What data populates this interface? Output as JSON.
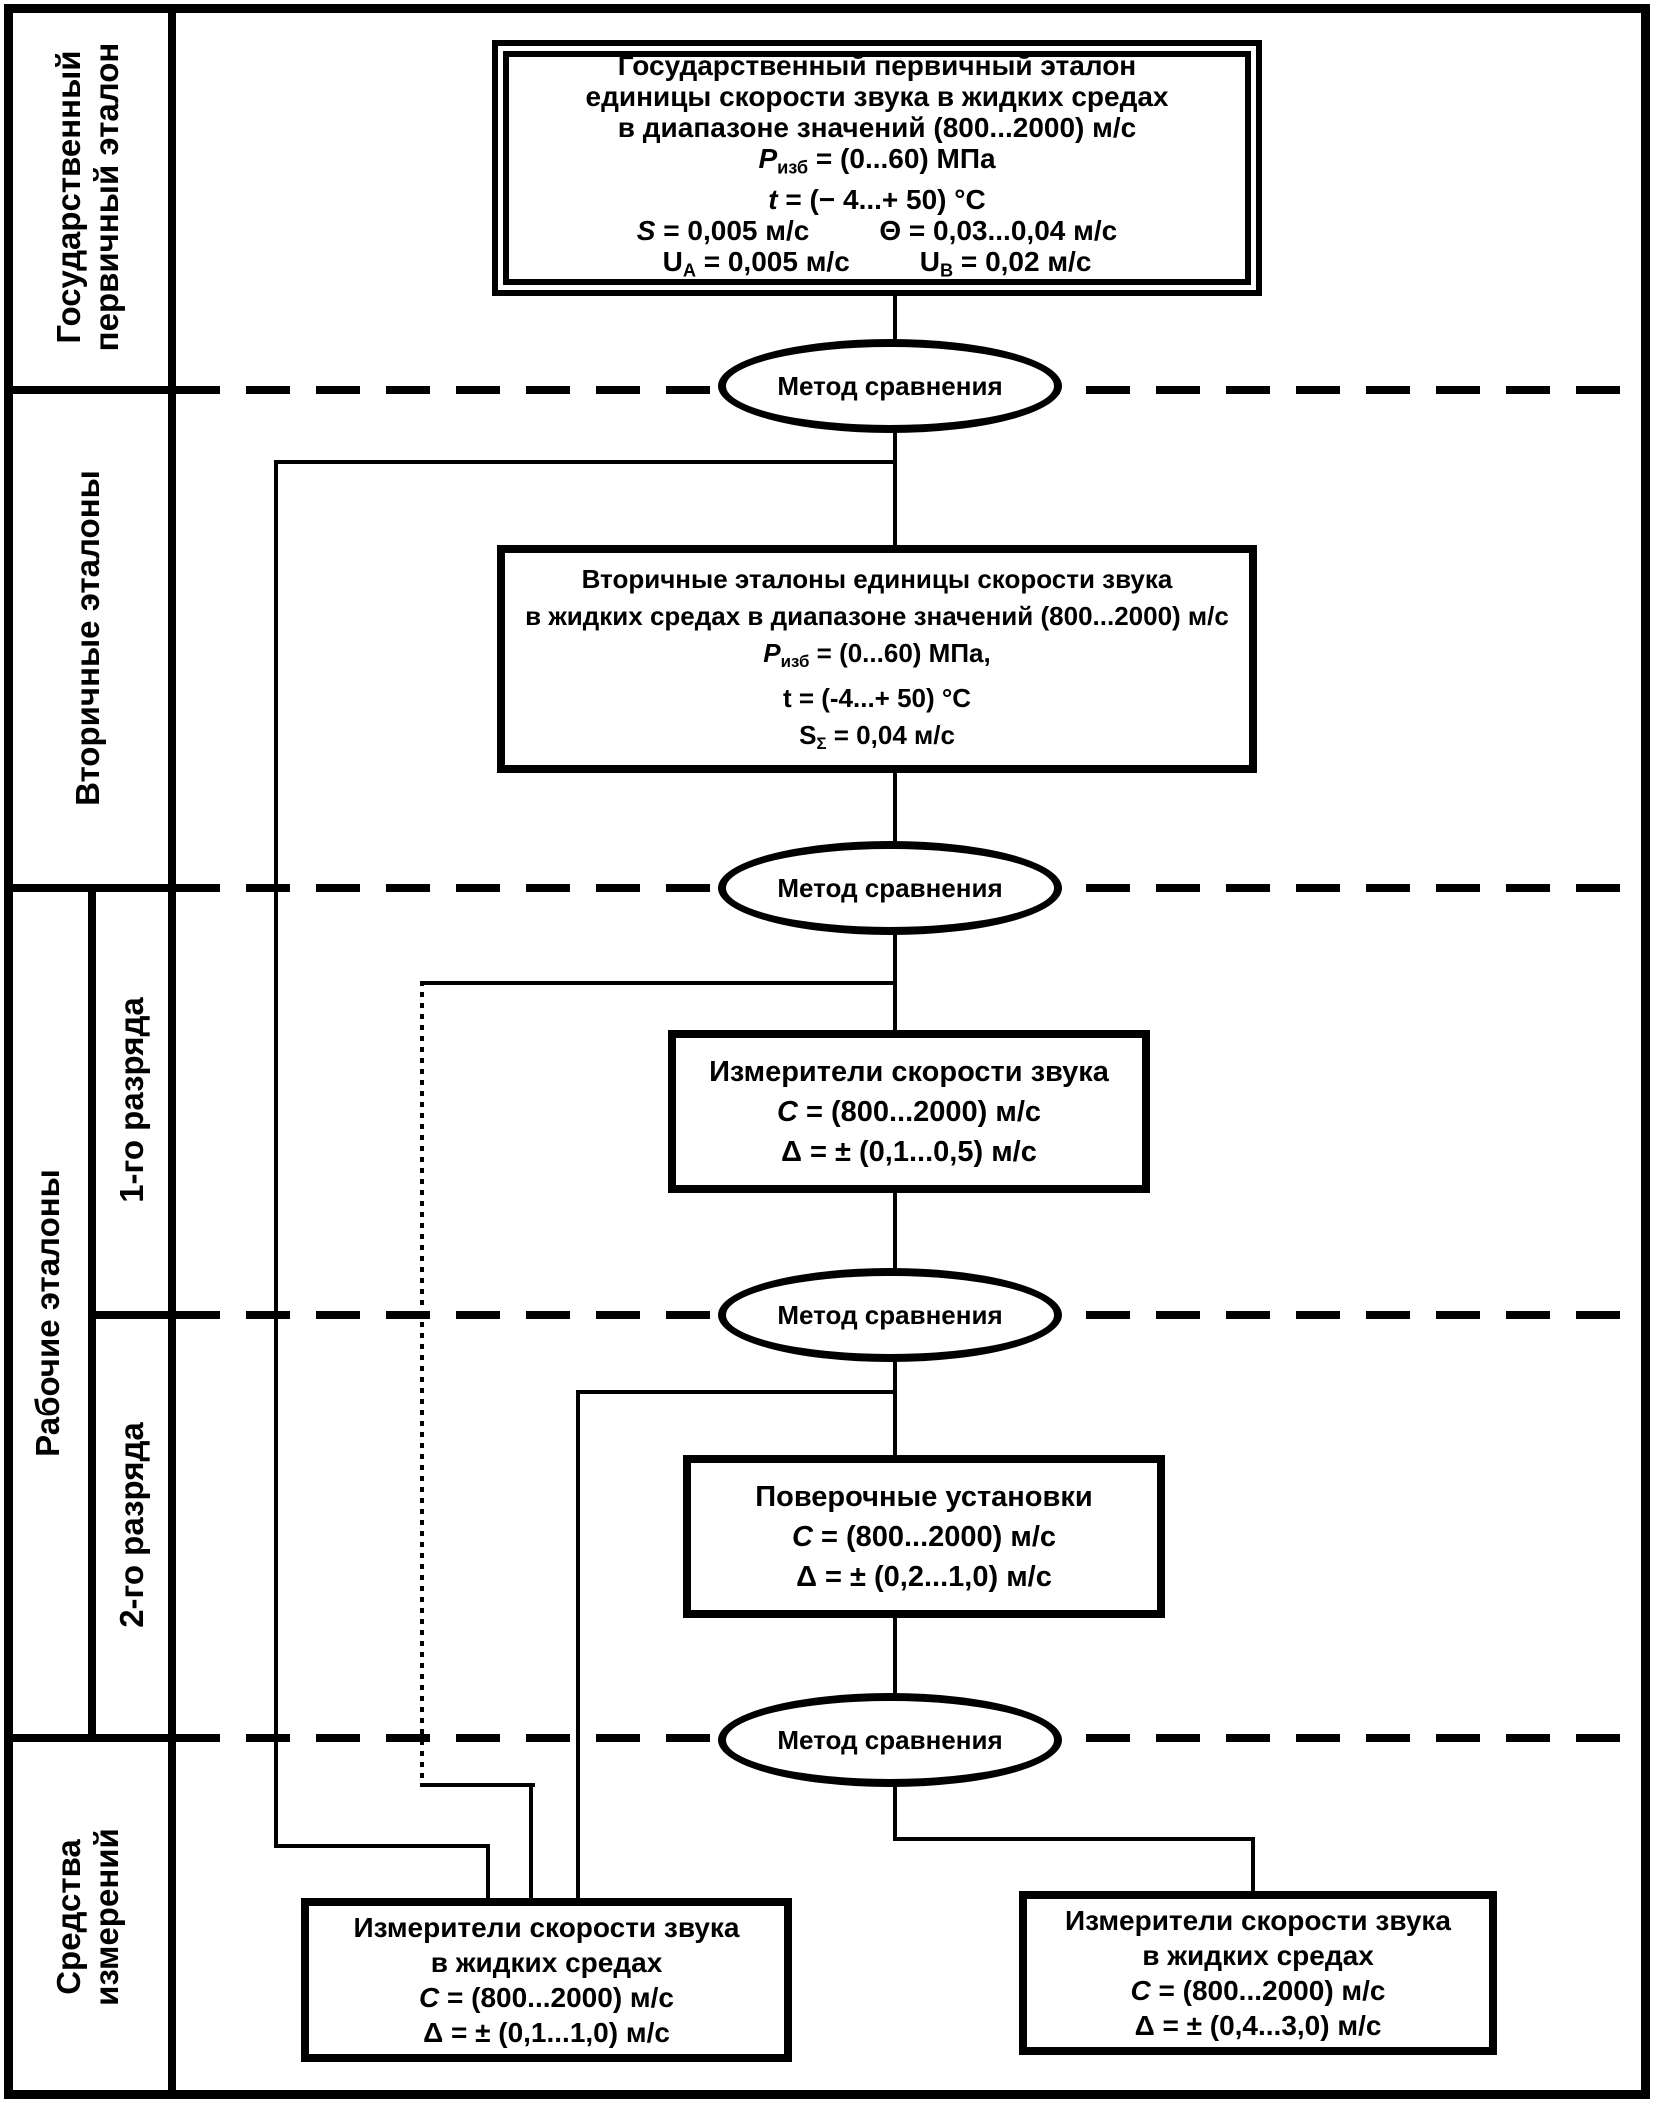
{
  "colors": {
    "ink": "#000000",
    "paper": "#ffffff"
  },
  "sidebar": {
    "primary": [
      "Государственный",
      "первичный эталон"
    ],
    "secondary": [
      "Вторичные эталоны"
    ],
    "working": [
      "Рабочие эталоны"
    ],
    "working_1st": [
      "1-го разряда"
    ],
    "working_2nd": [
      "2-го разряда"
    ],
    "instruments": [
      "Средства",
      "измерений"
    ]
  },
  "method_comparison": "Метод сравнения",
  "boxes": {
    "primary": {
      "lines": [
        "Государственный первичный эталон",
        "единицы скорости звука в жидких средах",
        "в диапазоне значений (800...2000) м/с",
        [
          {
            "t": "P",
            "s": "i"
          },
          {
            "t": "изб",
            "s": "sub"
          },
          {
            "t": " = (0...60) МПа"
          }
        ],
        [
          {
            "t": "t",
            "s": "i"
          },
          {
            "t": " = (− 4...+ 50) °С"
          }
        ],
        [
          {
            "t": "S",
            "s": "i"
          },
          {
            "t": " = 0,005 м/с"
          },
          {
            "t": "",
            "s": "gap"
          },
          {
            "t": "Θ = 0,03...0,04 м/с"
          }
        ],
        [
          {
            "t": "U"
          },
          {
            "t": "A",
            "s": "sub"
          },
          {
            "t": " = 0,005 м/с"
          },
          {
            "t": "",
            "s": "gap"
          },
          {
            "t": "U"
          },
          {
            "t": "B",
            "s": "sub"
          },
          {
            "t": " = 0,02 м/с"
          }
        ]
      ]
    },
    "secondary": {
      "lines": [
        "Вторичные эталоны единицы скорости звука",
        "в жидких средах в диапазоне значений (800...2000) м/с",
        [
          {
            "t": "P",
            "s": "i"
          },
          {
            "t": "изб",
            "s": "sub"
          },
          {
            "t": " = (0...60) МПа,"
          }
        ],
        "t = (-4...+ 50) °С",
        [
          {
            "t": "S"
          },
          {
            "t": "Σ",
            "s": "sub"
          },
          {
            "t": " = 0,04 м/с"
          }
        ]
      ]
    },
    "meters_1st": {
      "lines": [
        "Измерители скорости звука",
        [
          {
            "t": "C",
            "s": "i"
          },
          {
            "t": " = (800...2000) м/с"
          }
        ],
        "Δ = ± (0,1...0,5) м/с"
      ]
    },
    "verification_units": {
      "lines": [
        "Поверочные установки",
        [
          {
            "t": "C",
            "s": "i"
          },
          {
            "t": " = (800...2000) м/с"
          }
        ],
        "Δ = ± (0,2...1,0) м/с"
      ]
    },
    "instruments_left": {
      "lines": [
        "Измерители скорости звука",
        "в жидких средах",
        [
          {
            "t": "C",
            "s": "i"
          },
          {
            "t": " = (800...2000) м/с"
          }
        ],
        "Δ = ± (0,1...1,0) м/с"
      ]
    },
    "instruments_right": {
      "lines": [
        "Измерители скорости звука",
        "в жидких средах",
        [
          {
            "t": "C",
            "s": "i"
          },
          {
            "t": " = (800...2000) м/с"
          }
        ],
        "Δ = ± (0,4...3,0) м/с"
      ]
    }
  }
}
